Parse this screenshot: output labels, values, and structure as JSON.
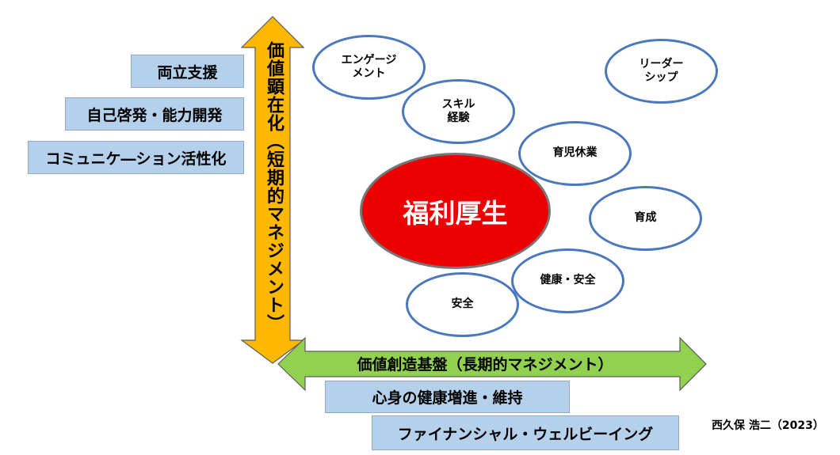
{
  "left_boxes": [
    "両立支援",
    "自己啓発・能力開発",
    "コミュニケ―ション活性化"
  ],
  "vertical_axis_label": "価値顕在化（短期的マネジメント）",
  "horizontal_axis_label": "価値創造基盤（長期的マネジメント）",
  "bottom_boxes": [
    "心身の健康増進・維持",
    "ファイナンシャル・ウェルビーイング"
  ],
  "center": "福利厚生",
  "circles": {
    "engagement": [
      "エンゲージ",
      "メント"
    ],
    "skill": [
      "スキル",
      "経験"
    ],
    "leadership": [
      "リーダー",
      "シップ"
    ],
    "childcare": "育児休業",
    "development": "育成",
    "health_safety": "健康・安全",
    "safety": "安全"
  },
  "credit": "西久保 浩二（2023）",
  "colors": {
    "vertical_arrow": "#ffb800",
    "horizontal_arrow": "#92d050",
    "box_fill": "#b4d0ea",
    "circle_border": "#4a77bd",
    "center_fill": "#ee0000"
  }
}
